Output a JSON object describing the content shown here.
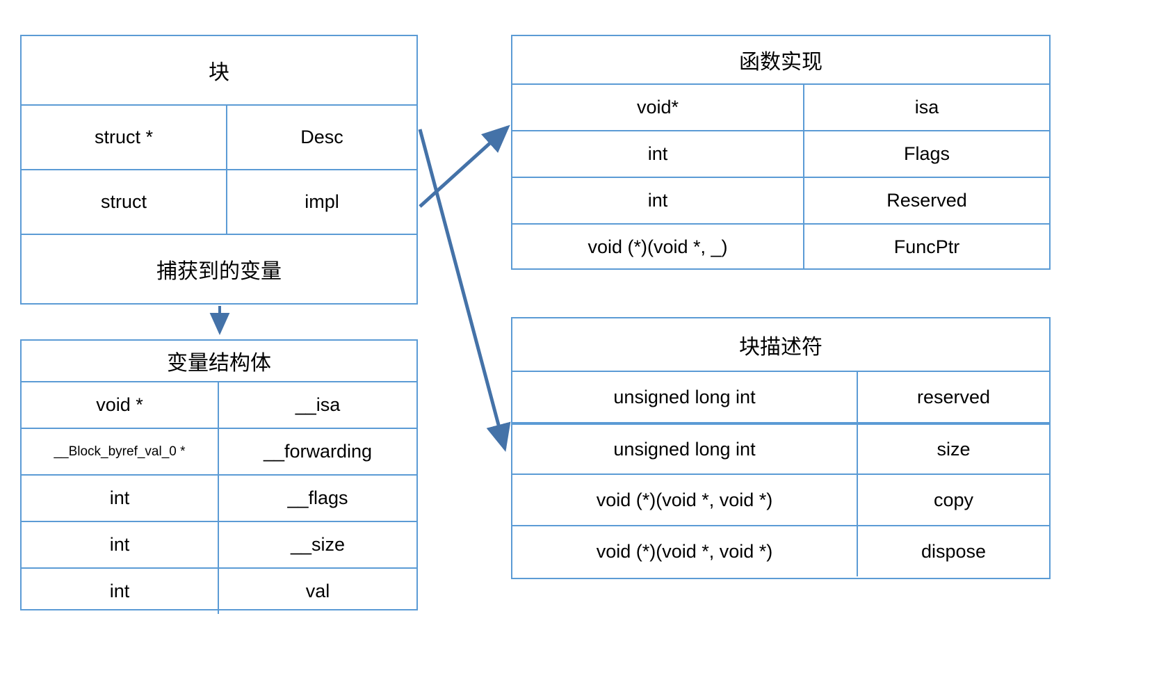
{
  "diagram": {
    "title_hidden": "",
    "accent_color": "#5B9BD5",
    "background_color": "#FFFFFF"
  },
  "block_box": {
    "title": "块",
    "rows": [
      {
        "type": "struct *",
        "name": "Desc"
      },
      {
        "type": "struct",
        "name": "impl"
      }
    ],
    "footer": "捕获到的变量"
  },
  "varstruct_box": {
    "title": "变量结构体",
    "rows": [
      {
        "type": "void *",
        "name": "__isa"
      },
      {
        "type": "__Block_byref_val_0 *",
        "name": "__forwarding"
      },
      {
        "type": "int",
        "name": "__flags"
      },
      {
        "type": "int",
        "name": "__size"
      },
      {
        "type": "int",
        "name": "val"
      }
    ]
  },
  "funcimpl_box": {
    "title": "函数实现",
    "rows": [
      {
        "type": "void*",
        "name": "isa"
      },
      {
        "type": "int",
        "name": "Flags"
      },
      {
        "type": "int",
        "name": "Reserved"
      },
      {
        "type": "void (*)(void *, _)",
        "name": "FuncPtr"
      }
    ]
  },
  "blockdesc_box": {
    "title": "块描述符",
    "rows": [
      {
        "type": "unsigned long int",
        "name": "reserved"
      },
      {
        "type": "unsigned long int",
        "name": "size"
      },
      {
        "type": "void (*)(void *, void *)",
        "name": "copy"
      },
      {
        "type": "void (*)(void *, void *)",
        "name": "dispose"
      }
    ]
  },
  "connectors": [
    {
      "name": "block-to-varstruct-arrow",
      "from": "块",
      "to": "变量结构体"
    },
    {
      "name": "block-to-funcimpl-arrow",
      "from": "块.impl",
      "to": "函数实现"
    },
    {
      "name": "block-to-blockdesc-arrow",
      "from": "块.Desc",
      "to": "块描述符"
    }
  ]
}
